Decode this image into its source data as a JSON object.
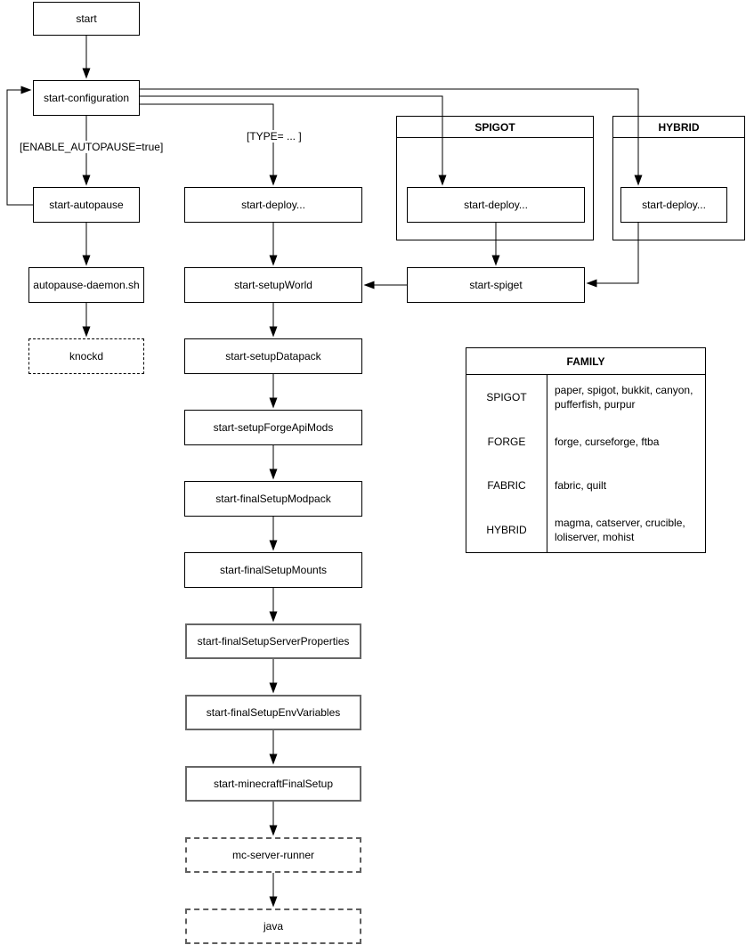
{
  "nodes": {
    "start": "start",
    "start_configuration": "start-configuration",
    "start_autopause": "start-autopause",
    "autopause_daemon": "autopause-daemon.sh",
    "knockd": "knockd",
    "start_deploy": "start-deploy...",
    "start_setup_world": "start-setupWorld",
    "start_setup_datapack": "start-setupDatapack",
    "start_setup_forge_api_mods": "start-setupForgeApiMods",
    "start_final_setup_modpack": "start-finalSetupModpack",
    "start_final_setup_mounts": "start-finalSetupMounts",
    "start_final_setup_server_properties": "start-finalSetupServerProperties",
    "start_final_setup_env_variables": "start-finalSetupEnvVariables",
    "start_minecraft_final_setup": "start-minecraftFinalSetup",
    "mc_server_runner": "mc-server-runner",
    "java": "java",
    "start_spiget": "start-spiget"
  },
  "edge_labels": {
    "enable_autopause": "[ENABLE_AUTOPAUSE=true]",
    "type_condition": "[TYPE= ... ]"
  },
  "containers": {
    "spigot": {
      "title": "SPIGOT",
      "deploy": "start-deploy..."
    },
    "hybrid": {
      "title": "HYBRID",
      "deploy": "start-deploy..."
    }
  },
  "family_table": {
    "title": "FAMILY",
    "rows": [
      {
        "family": "SPIGOT",
        "types": "paper, spigot, bukkit, canyon, pufferfish, purpur"
      },
      {
        "family": "FORGE",
        "types": "forge, curseforge, ftba"
      },
      {
        "family": "FABRIC",
        "types": "fabric, quilt"
      },
      {
        "family": "HYBRID",
        "types": "magma, catserver, crucible, loliserver, mohist"
      }
    ]
  },
  "colors": {
    "stroke": "#000000",
    "heavy_stroke": "#666666",
    "background": "#ffffff"
  }
}
